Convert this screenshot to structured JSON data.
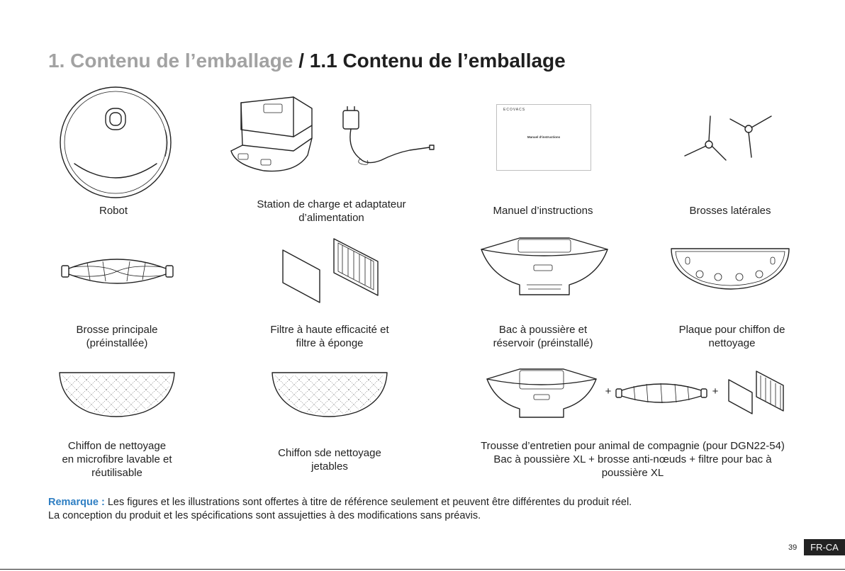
{
  "header": {
    "title_part1": "1. Contenu de l’emballage",
    "title_sep": "/",
    "title_part2": "1.1 Contenu de l’emballage"
  },
  "items": [
    {
      "lines": [
        "Robot"
      ]
    },
    {
      "lines": [
        "Station de charge et adaptateur",
        "d’alimentation"
      ]
    },
    {
      "lines": [
        "Manuel d’instructions"
      ]
    },
    {
      "lines": [
        "Brosses latérales"
      ]
    },
    {
      "lines": [
        "Brosse principale",
        "(préinstallée)"
      ]
    },
    {
      "lines": [
        "Filtre à haute efficacité et",
        "filtre à éponge"
      ]
    },
    {
      "lines": [
        "Bac à poussière et",
        "réservoir (préinstallé)"
      ]
    },
    {
      "lines": [
        "Plaque pour chiffon de",
        "nettoyage"
      ]
    },
    {
      "lines": [
        "Chiffon de nettoyage",
        "en microfibre lavable et",
        "réutilisable"
      ]
    },
    {
      "lines": [
        "Chiffon sde nettoyage",
        "jetables"
      ]
    },
    {
      "lines": [
        "Trousse d’entretien pour animal de compagnie (pour DGN22-54)",
        "Bac à poussière XL + brosse anti-nœuds + filtre pour bac à",
        "poussière XL"
      ]
    }
  ],
  "manual_cover": {
    "brand": "ECOVACS",
    "title": "Manuel d'instructions"
  },
  "plus_sign": "+",
  "note": {
    "label": "Remarque :",
    "line1": "Les figures et les illustrations sont offertes à titre de référence seulement et peuvent être différentes du produit réel.",
    "line2": "La conception du produit et les spécifications sont assujetties à des modifications sans préavis."
  },
  "footer": {
    "page_number": "39",
    "language": "FR-CA"
  },
  "colors": {
    "accent_blue": "#2f7fc3",
    "title_grey": "#a2a2a2",
    "text_dark": "#1f1f1f"
  }
}
